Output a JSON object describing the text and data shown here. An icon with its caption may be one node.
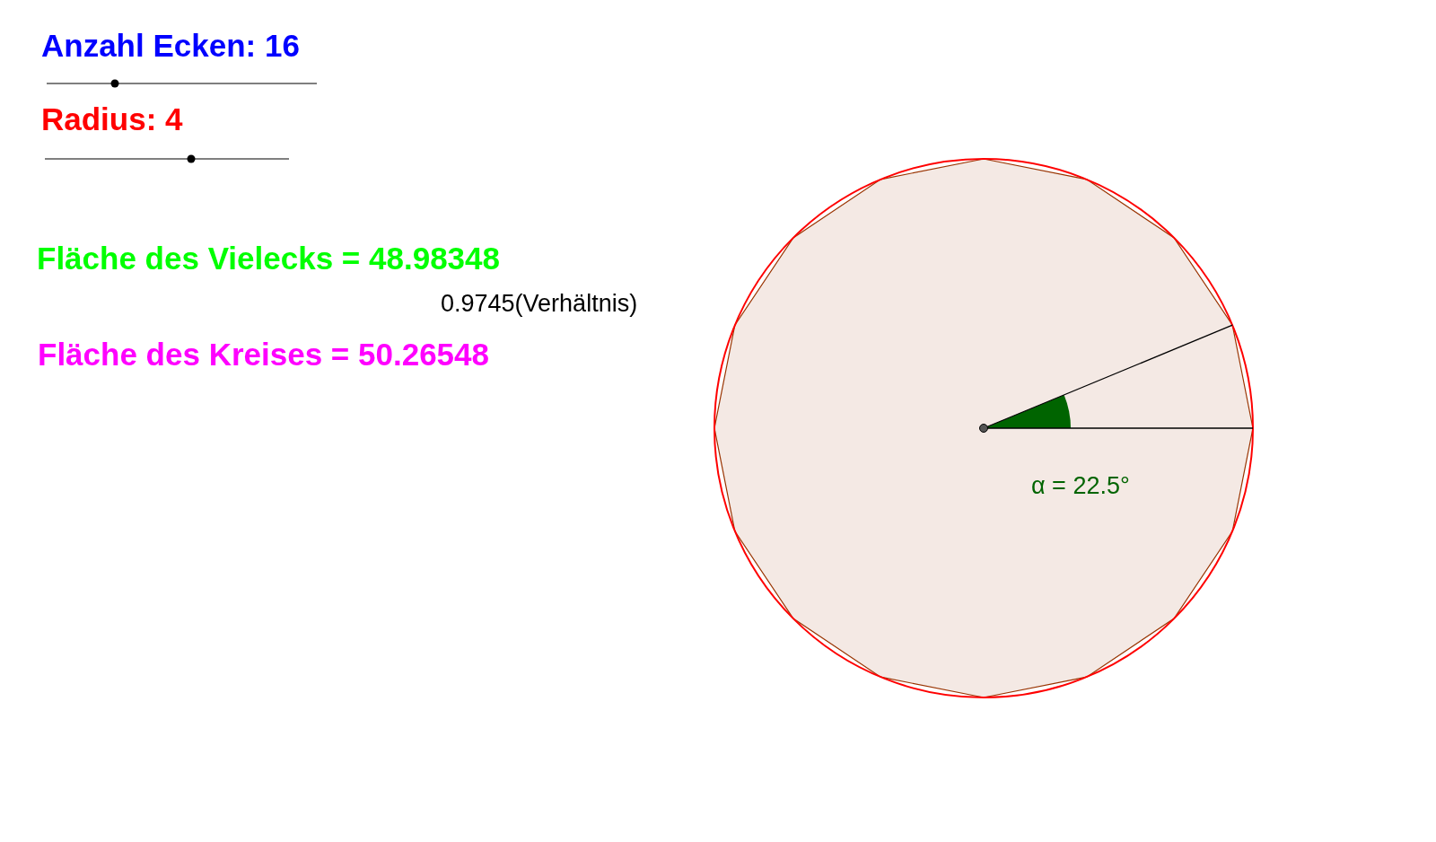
{
  "diagram": {
    "labels": [
      "Anzahl Ecken: 16",
      "Radius: 4",
      "Fläche des Vielecks = 48.98348",
      "0.9745(Verhältnis)",
      "Fläche des Kreises = 50.26548",
      "α = 22.5°"
    ]
  }
}
